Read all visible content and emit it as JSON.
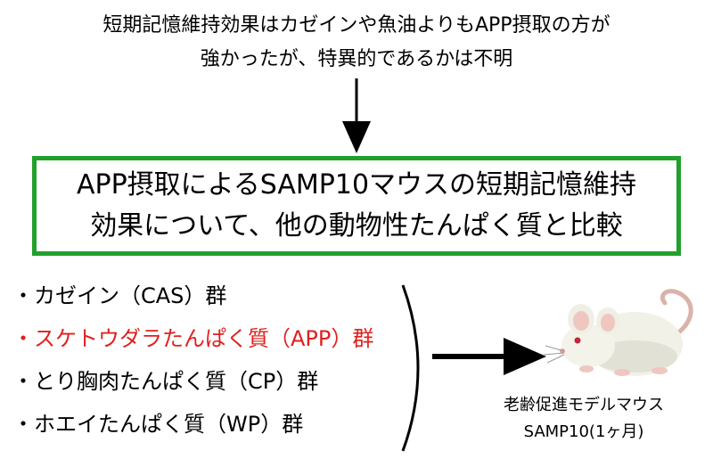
{
  "premise": {
    "line1": "短期記憶維持効果はカゼインや魚油よりもAPP摂取の方が",
    "line2": "強かったが、特異的であるかは不明"
  },
  "main_box": {
    "line1": "APP摂取によるSAMP10マウスの短期記憶維持",
    "line2": "効果について、他の動物性たんぱく質と比較"
  },
  "groups": [
    {
      "label": "・カゼイン（CAS）群",
      "highlight": false
    },
    {
      "label": "・スケトウダラたんぱく質（APP）群",
      "highlight": true
    },
    {
      "label": "・とり胸肉たんぱく質（CP）群",
      "highlight": false
    },
    {
      "label": "・ホエイたんぱく質（WP）群",
      "highlight": false
    }
  ],
  "mouse": {
    "caption_line1": "老齢促進モデルマウス",
    "caption_line2": "SAMP10(1ヶ月)"
  },
  "colors": {
    "box_border": "#22a02c",
    "highlight_text": "#e0201e"
  }
}
